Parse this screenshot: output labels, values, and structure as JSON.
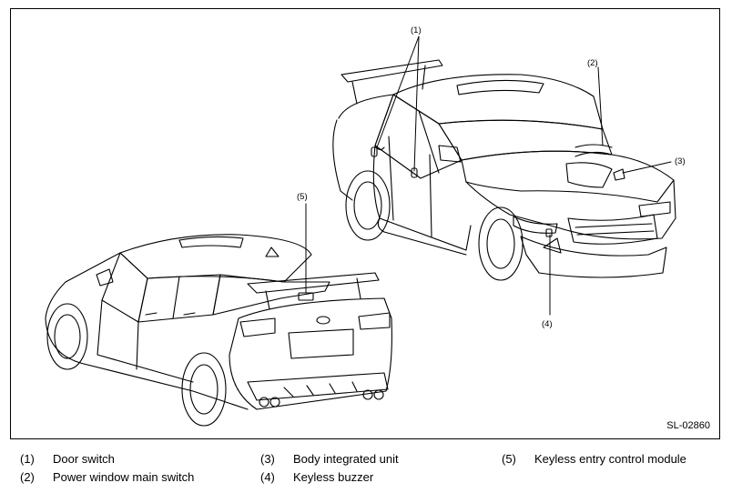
{
  "figure": {
    "code": "SL-02860",
    "callouts": {
      "door_switch": "(1)",
      "power_window_main_switch": "(2)",
      "body_integrated_unit": "(3)",
      "keyless_buzzer": "(4)",
      "keyless_entry_control_module": "(5)"
    }
  },
  "legend": [
    {
      "num": "(1)",
      "label": "Door switch"
    },
    {
      "num": "(2)",
      "label": "Power window main switch"
    },
    {
      "num": "(3)",
      "label": "Body integrated unit"
    },
    {
      "num": "(4)",
      "label": "Keyless buzzer"
    },
    {
      "num": "(5)",
      "label": "Keyless entry control module"
    }
  ],
  "colors": {
    "line": "#000000",
    "background": "#ffffff"
  }
}
